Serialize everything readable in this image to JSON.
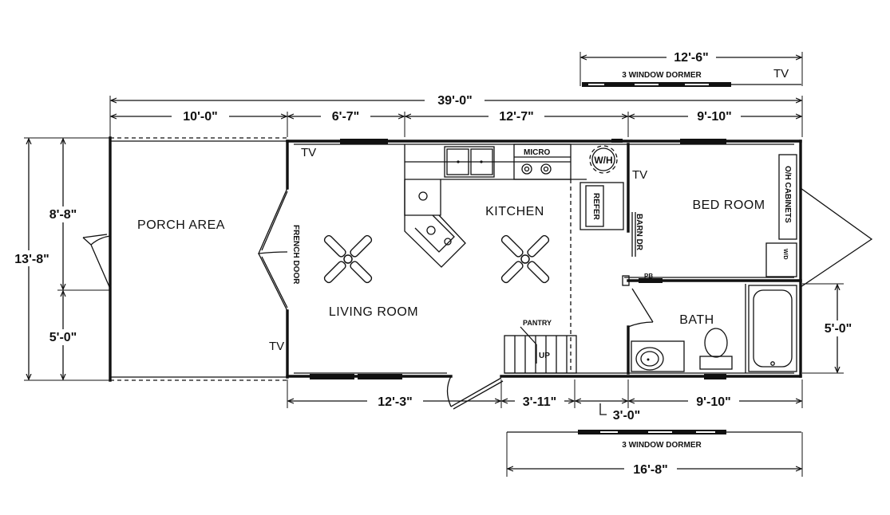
{
  "rooms": {
    "porch": "PORCH AREA",
    "living": "LIVING ROOM",
    "kitchen": "KITCHEN",
    "bed": "BED ROOM",
    "bath": "BATH"
  },
  "labels": {
    "tv": "TV",
    "micro": "MICRO",
    "wh": "W/H",
    "refer": "REFER",
    "barn_door": "BARN DR",
    "french_door": "FRENCH DOOR",
    "oh_cabinets": "O/H CABINETS",
    "washer_dryer": "W/D",
    "pantry": "PANTRY",
    "up": "UP",
    "pb": "PB"
  },
  "dimensions": {
    "overall_length": "39'-0\"",
    "porch_length": "10'-0\"",
    "living_top": "6'-7\"",
    "kitchen_top": "12'-7\"",
    "bed_top": "9'-10\"",
    "overall_width": "13'-8\"",
    "porch_upper": "8'-8\"",
    "porch_lower": "5'-0\"",
    "bath_depth": "5'-0\"",
    "living_bottom": "12'-3\"",
    "stair_bottom": "3'-11\"",
    "hall_bottom": "3'-0\"",
    "bath_bottom": "9'-10\"",
    "dormer_top_length": "12'-6\"",
    "dormer_bottom_length": "16'-8\"",
    "dormer_label": "3 WINDOW DORMER"
  }
}
